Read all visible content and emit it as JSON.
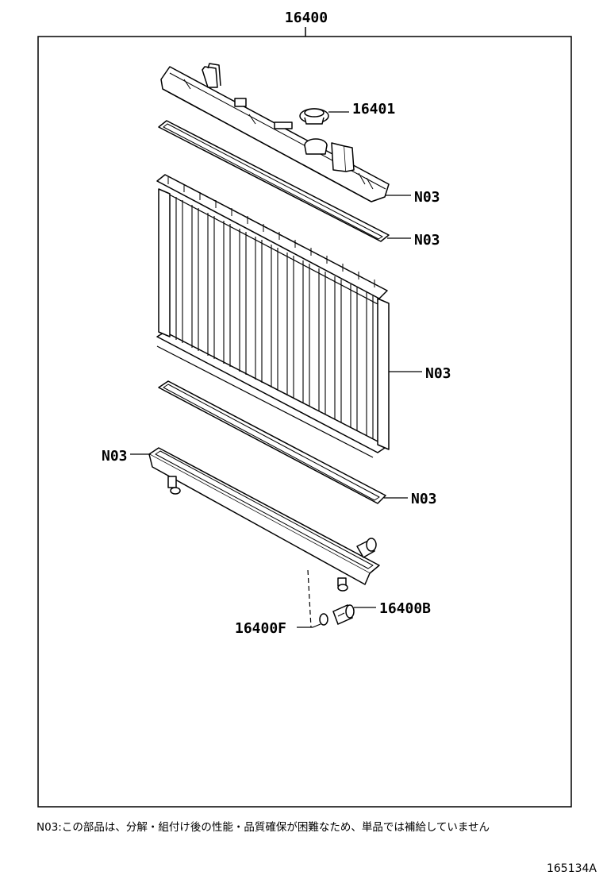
{
  "assembly": {
    "part_number": "16400"
  },
  "callouts": {
    "cap": "16401",
    "tank_top": "N03",
    "gasket_top": "N03",
    "core": "N03",
    "tank_bottom": "N03",
    "gasket_bottom": "N03",
    "drain_cock": "16400B",
    "drain_plug": "16400F"
  },
  "footnote": "N03:この部品は、分解・組付け後の性能・品質確保が困難なため、単品では補給していません",
  "figure_id": "165134A"
}
